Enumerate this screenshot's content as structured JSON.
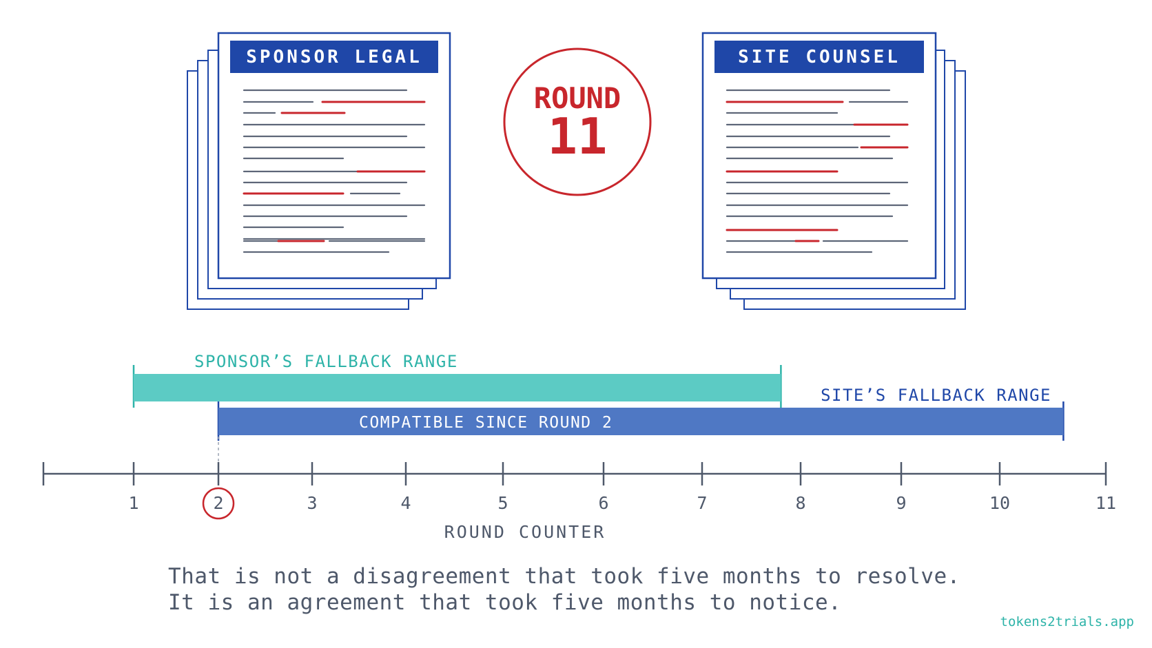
{
  "documents": {
    "left_title": "SPONSOR LEGAL",
    "right_title": "SITE COUNSEL"
  },
  "round_badge": {
    "label": "ROUND",
    "number": "11"
  },
  "ranges": {
    "sponsor_label": "SPONSOR’S FALLBACK RANGE",
    "site_label": "SITE’S FALLBACK RANGE",
    "compatible_label": "COMPATIBLE SINCE ROUND 2",
    "sponsor_start": 1,
    "sponsor_end": 7.8,
    "site_start": 2,
    "site_end": 10.6
  },
  "axis": {
    "title": "ROUND COUNTER",
    "ticks": [
      "1",
      "2",
      "3",
      "4",
      "5",
      "6",
      "7",
      "8",
      "9",
      "10",
      "11"
    ],
    "highlighted": "2"
  },
  "quote": {
    "line1": "That is not a disagreement that took five months to resolve.",
    "line2": "It is an agreement that took five months to notice."
  },
  "brand": "tokens2trials.app",
  "colors": {
    "navy": "#1f47a8",
    "red": "#c8262c",
    "teal": "#5ccbc4",
    "teal_text": "#2db3a8",
    "blue_bar": "#4f78c4",
    "slate": "#4e586a"
  }
}
